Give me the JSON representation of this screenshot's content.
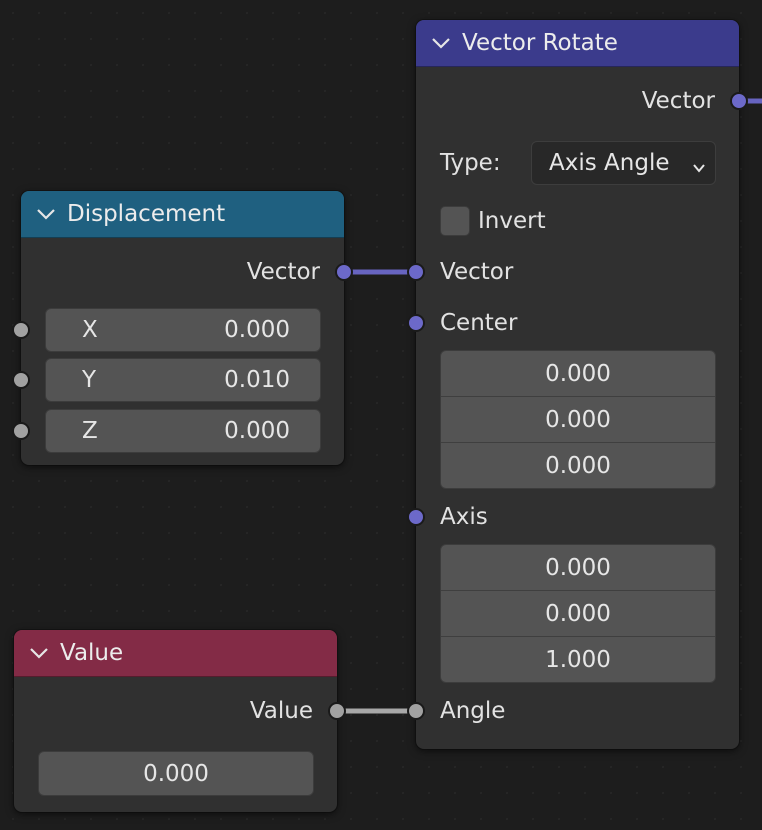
{
  "nodes": {
    "displacement": {
      "title": "Displacement",
      "header_color": "#1f6080",
      "output_label": "Vector",
      "inputs": [
        {
          "label": "X",
          "value": "0.000"
        },
        {
          "label": "Y",
          "value": "0.010"
        },
        {
          "label": "Z",
          "value": "0.000"
        }
      ]
    },
    "value": {
      "title": "Value",
      "header_color": "#832b46",
      "output_label": "Value",
      "field_value": "0.000"
    },
    "vector_rotate": {
      "title": "Vector Rotate",
      "header_color": "#3b3b8c",
      "output_label": "Vector",
      "type_label": "Type:",
      "type_value": "Axis Angle",
      "invert_label": "Invert",
      "invert_checked": false,
      "vector_label": "Vector",
      "center_label": "Center",
      "center_values": [
        "0.000",
        "0.000",
        "0.000"
      ],
      "axis_label": "Axis",
      "axis_values": [
        "0.000",
        "0.000",
        "1.000"
      ],
      "angle_label": "Angle"
    }
  },
  "colors": {
    "vector_socket": "#6c69c9",
    "float_socket": "#a1a1a1",
    "background": "#1d1d1d"
  },
  "icons": {
    "collapse": "chevron-down-icon"
  }
}
